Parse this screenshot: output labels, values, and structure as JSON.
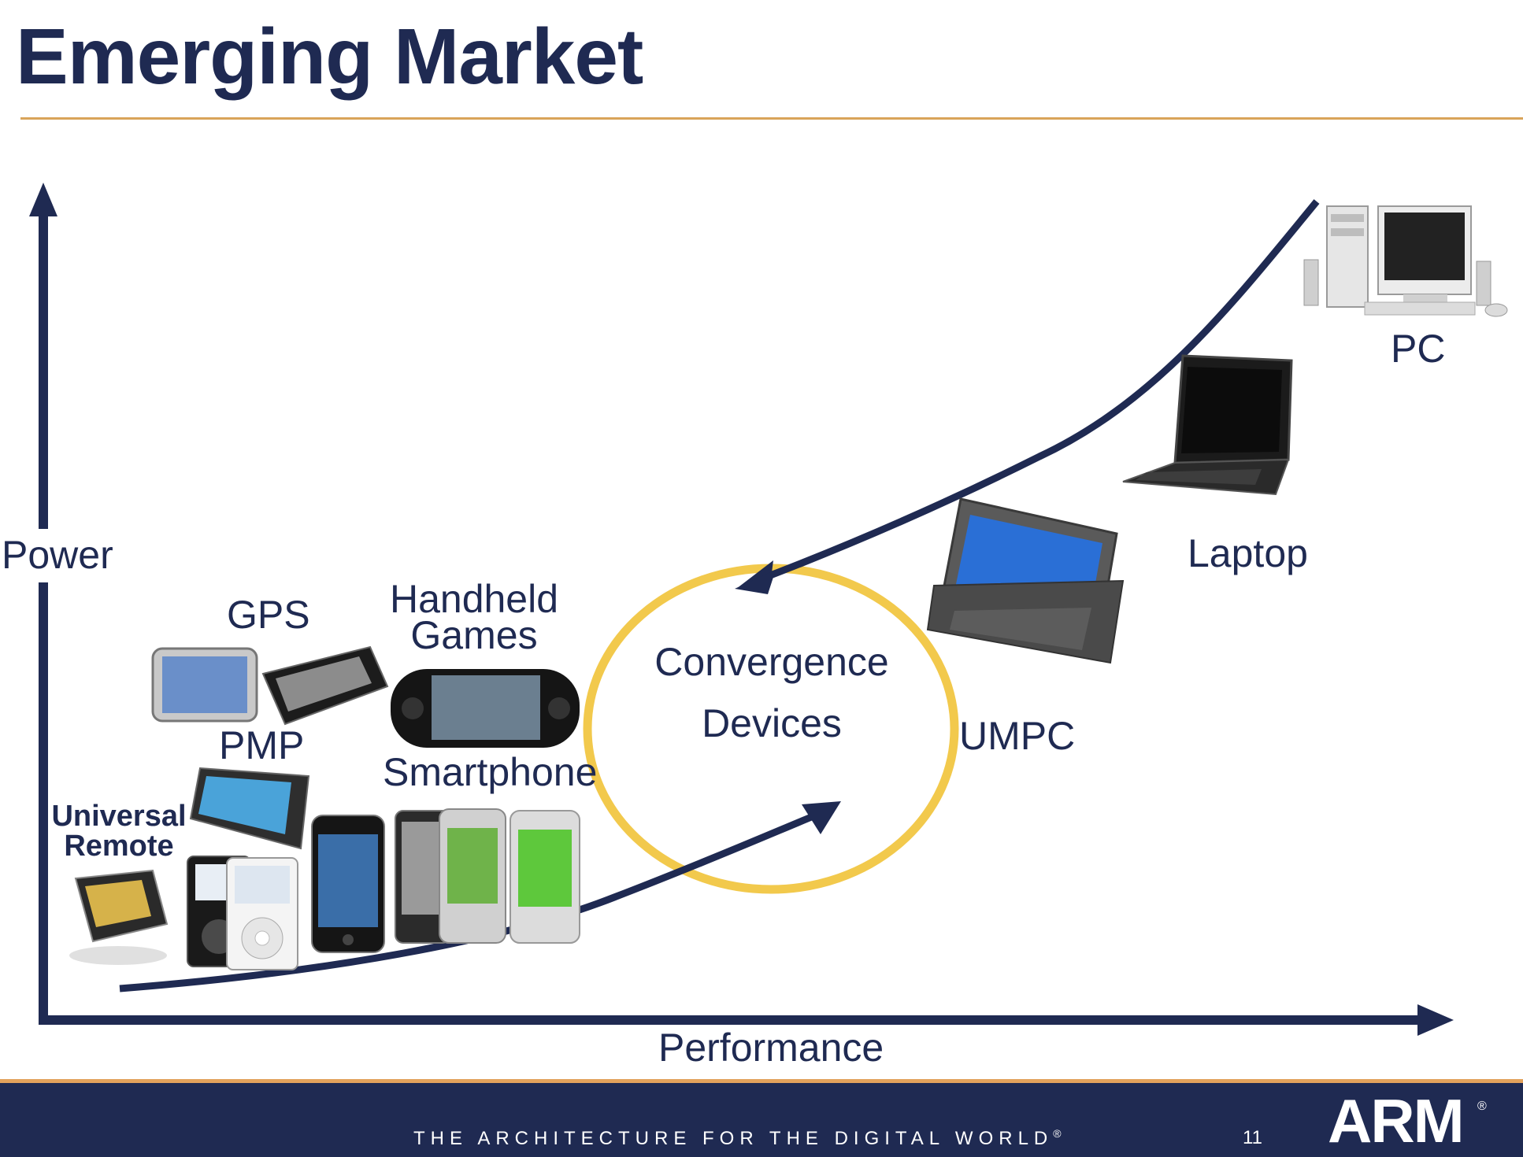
{
  "title": "Emerging Market",
  "axes": {
    "y_label": "Power",
    "x_label": "Performance"
  },
  "center": {
    "line1": "Convergence",
    "line2": "Devices"
  },
  "devices": {
    "gps": "GPS",
    "handheld_line1": "Handheld",
    "handheld_line2": "Games",
    "pmp": "PMP",
    "smartphone": "Smartphone",
    "remote_line1": "Universal",
    "remote_line2": "Remote",
    "umpc": "UMPC",
    "laptop": "Laptop",
    "pc": "PC"
  },
  "footer": {
    "tagline": "THE ARCHITECTURE FOR THE DIGITAL WORLD",
    "tagline_mark": "®",
    "page_number": "11",
    "logo": "ARM",
    "logo_mark": "®"
  },
  "colors": {
    "navy": "#1f2a52",
    "accent_orange": "#d9a45a",
    "ring_yellow": "#f2c94c"
  }
}
